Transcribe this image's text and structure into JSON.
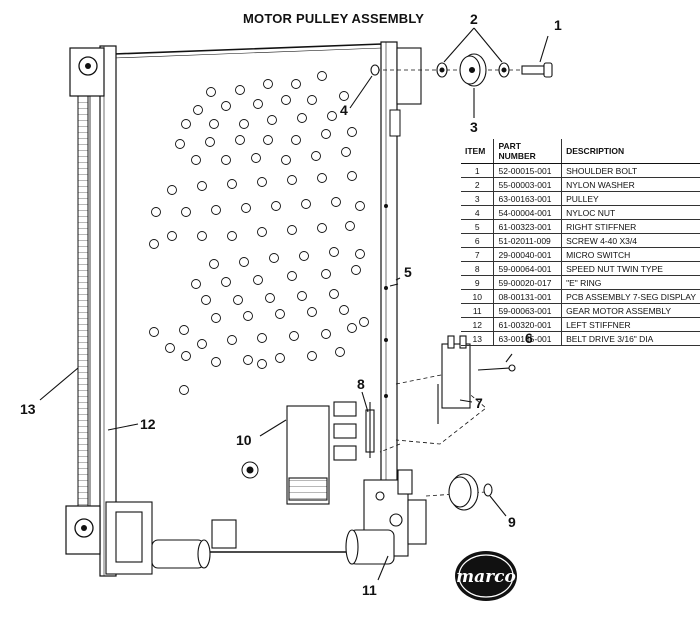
{
  "title": "MOTOR PULLEY ASSEMBLY",
  "table": {
    "headers": {
      "item": "ITEM",
      "part": "PART NUMBER",
      "desc": "DESCRIPTION"
    },
    "rows": [
      {
        "item": "1",
        "part": "52-00015-001",
        "desc": "SHOULDER BOLT"
      },
      {
        "item": "2",
        "part": "55-00003-001",
        "desc": "NYLON WASHER"
      },
      {
        "item": "3",
        "part": "63-00163-001",
        "desc": "PULLEY"
      },
      {
        "item": "4",
        "part": "54-00004-001",
        "desc": "NYLOC NUT"
      },
      {
        "item": "5",
        "part": "61-00323-001",
        "desc": "RIGHT STIFFNER"
      },
      {
        "item": "6",
        "part": "51-02011-009",
        "desc": "SCREW 4-40 X3/4"
      },
      {
        "item": "7",
        "part": "29-00040-001",
        "desc": "MICRO SWITCH"
      },
      {
        "item": "8",
        "part": "59-00064-001",
        "desc": "SPEED NUT TWIN TYPE"
      },
      {
        "item": "9",
        "part": "59-00020-017",
        "desc": "\"E\" RING"
      },
      {
        "item": "10",
        "part": "08-00131-001",
        "desc": "PCB ASSEMBLY 7-SEG DISPLAY"
      },
      {
        "item": "11",
        "part": "59-00063-001",
        "desc": "GEAR MOTOR ASSEMBLY"
      },
      {
        "item": "12",
        "part": "61-00320-001",
        "desc": "LEFT STIFFNER"
      },
      {
        "item": "13",
        "part": "63-00165-001",
        "desc": "BELT DRIVE 3/16\" DIA"
      }
    ]
  },
  "callouts": {
    "c1": "1",
    "c2": "2",
    "c3": "3",
    "c4": "4",
    "c5": "5",
    "c6": "6",
    "c7": "7",
    "c8": "8",
    "c9": "9",
    "c10": "10",
    "c11": "11",
    "c12": "12",
    "c13": "13"
  },
  "logo": {
    "text": "marco",
    "color": "#111111"
  }
}
